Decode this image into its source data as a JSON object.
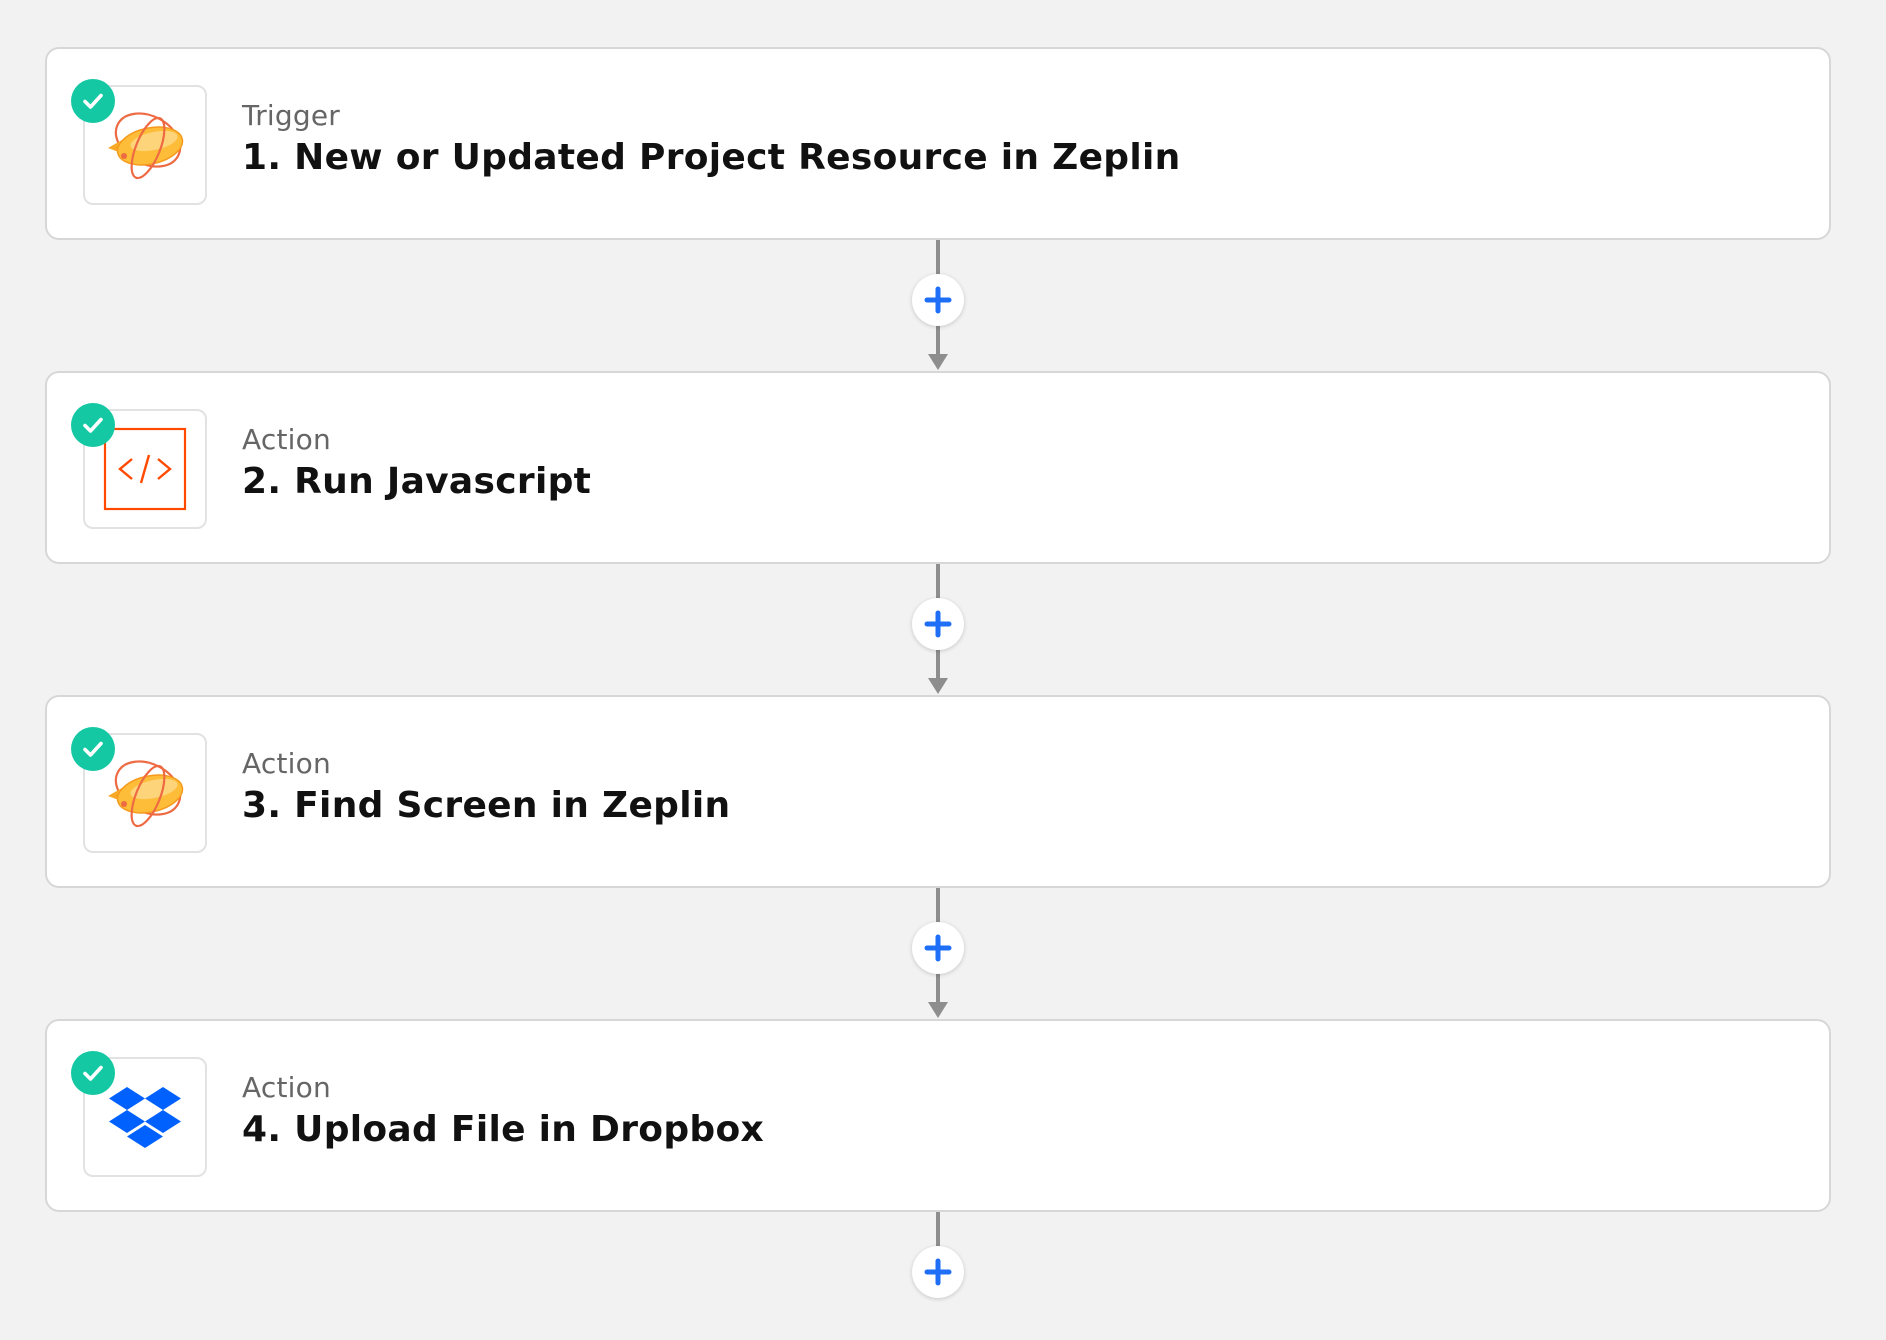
{
  "colors": {
    "background": "#f2f2f2",
    "card": "#ffffff",
    "check": "#13c8a3",
    "plus": "#1f6ef7",
    "connector": "#8e8e8e"
  },
  "steps": [
    {
      "kind": "Trigger",
      "title": "1. New or Updated Project Resource in Zeplin",
      "icon": "zeplin-icon"
    },
    {
      "kind": "Action",
      "title": "2. Run Javascript",
      "icon": "code-icon"
    },
    {
      "kind": "Action",
      "title": "3. Find Screen in Zeplin",
      "icon": "zeplin-icon"
    },
    {
      "kind": "Action",
      "title": "4. Upload File in Dropbox",
      "icon": "dropbox-icon"
    }
  ]
}
